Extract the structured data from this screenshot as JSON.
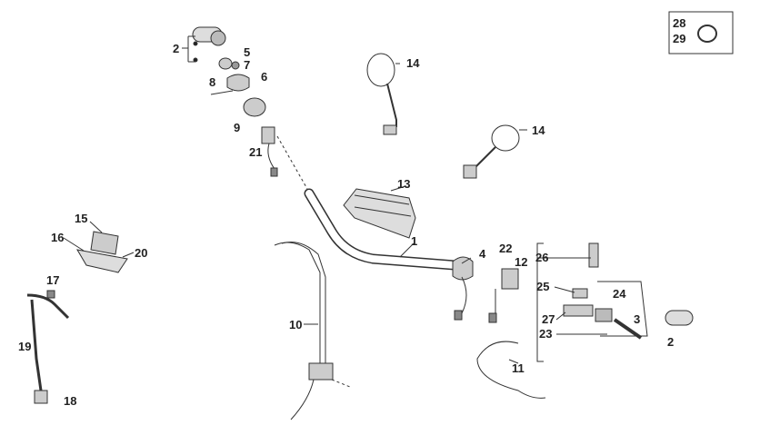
{
  "labels": {
    "l1": "1",
    "l2a": "2",
    "l2b": "2",
    "l3": "3",
    "l4": "4",
    "l5": "5",
    "l6": "6",
    "l7": "7",
    "l8": "8",
    "l9": "9",
    "l10": "10",
    "l11": "11",
    "l12": "12",
    "l13": "13",
    "l14a": "14",
    "l14b": "14",
    "l15": "15",
    "l16": "16",
    "l17": "17",
    "l18": "18",
    "l19": "19",
    "l20": "20",
    "l21": "21",
    "l22": "22",
    "l23": "23",
    "l24": "24",
    "l25": "25",
    "l26": "26",
    "l27": "27",
    "l28": "28",
    "l29": "29"
  },
  "colors": {
    "line": "#333333",
    "part_fill": "#cfcfcf",
    "part_dark": "#555555",
    "text": "#222222"
  }
}
